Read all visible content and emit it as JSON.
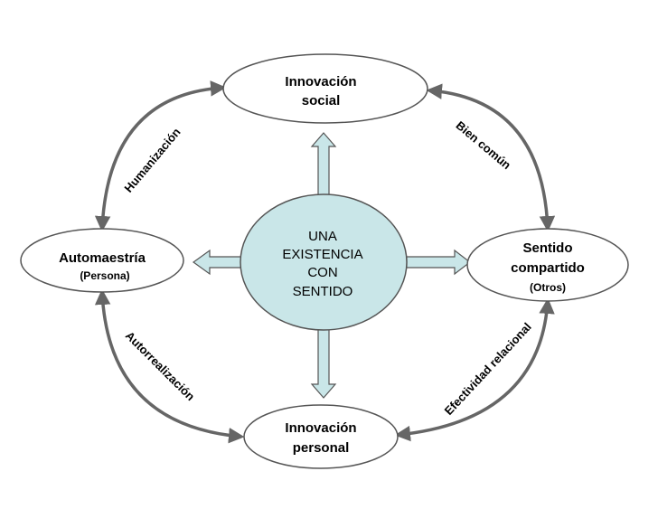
{
  "center": {
    "line1": "UNA",
    "line2": "EXISTENCIA",
    "line3": "CON",
    "line4": "SENTIDO"
  },
  "nodes": {
    "top": {
      "line1": "Innovación",
      "line2": "social"
    },
    "left": {
      "line1": "Automaestría",
      "line2": "(Persona)"
    },
    "right": {
      "line1": "Sentido",
      "line2": "compartido",
      "line3": "(Otros)"
    },
    "bottom": {
      "line1": "Innovación",
      "line2": "personal"
    }
  },
  "edges": {
    "top_left": "Humanización",
    "top_right": "Bien común",
    "bottom_left": "Autorrealización",
    "bottom_right": "Efectividad relacional"
  },
  "colors": {
    "center_fill": "#c9e6e8",
    "arrow_fill": "#c9e6e8",
    "stroke": "#555555",
    "curve": "#666666"
  }
}
